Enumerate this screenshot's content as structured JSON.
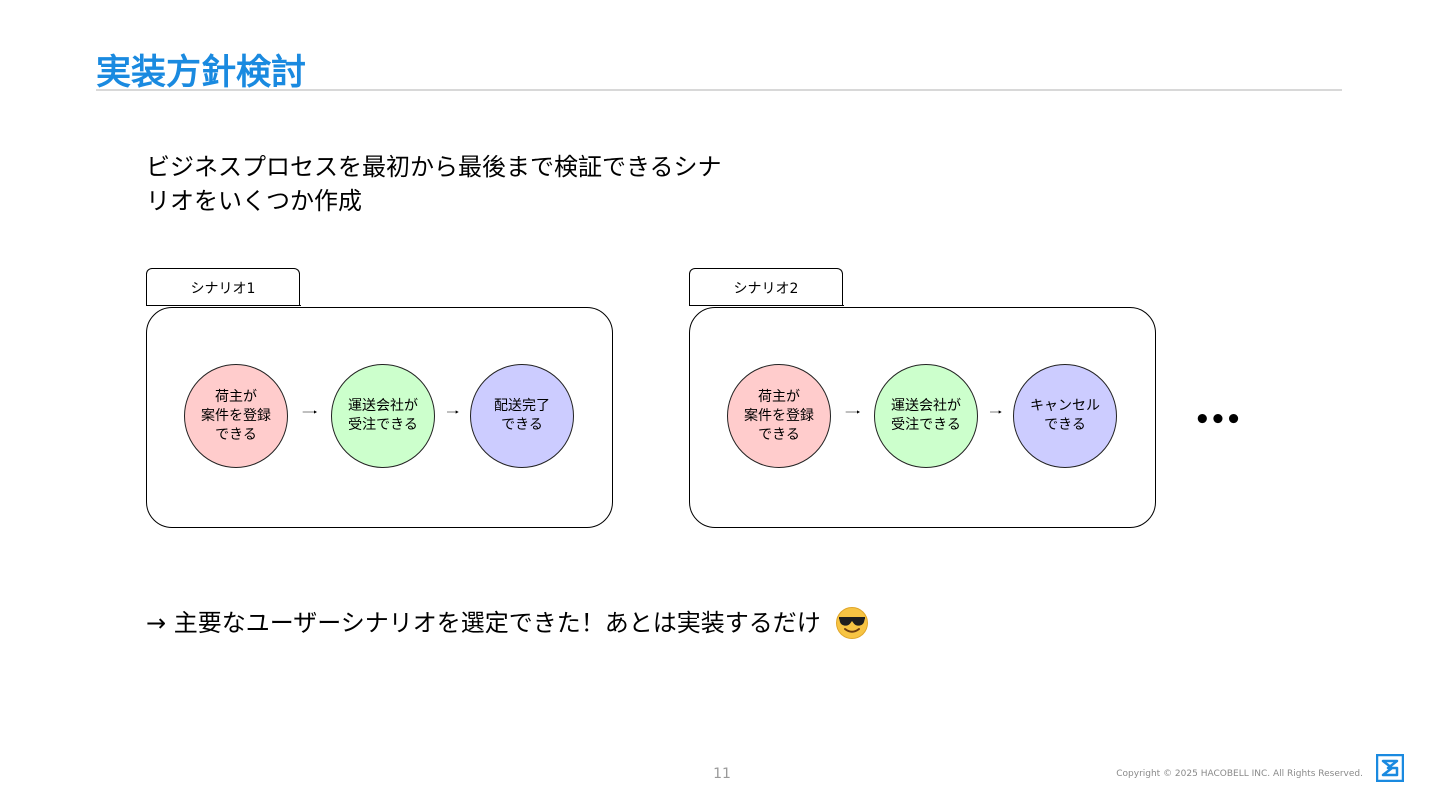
{
  "colors": {
    "accent": "#1a8ae0",
    "node_red": "#ffcccc",
    "node_green": "#ccffcc",
    "node_blue": "#ccccff"
  },
  "header": {
    "title": "実装方針検討"
  },
  "intro": {
    "line1": "ビジネスプロセスを最初から最後まで検証できるシナ",
    "line2": "リオをいくつか作成"
  },
  "scenarios": [
    {
      "label": "シナリオ1",
      "steps": [
        {
          "text": "荷主が\n案件を登録\nできる",
          "color": "red"
        },
        {
          "text": "運送会社が\n受注できる",
          "color": "green"
        },
        {
          "text": "配送完了\nできる",
          "color": "blue"
        }
      ]
    },
    {
      "label": "シナリオ2",
      "steps": [
        {
          "text": "荷主が\n案件を登録\nできる",
          "color": "red"
        },
        {
          "text": "運送会社が\n受注できる",
          "color": "green"
        },
        {
          "text": "キャンセル\nできる",
          "color": "blue"
        }
      ]
    }
  ],
  "ellipsis": "•••",
  "conclusion": {
    "text": "→ 主要なユーザーシナリオを選定できた！あとは実装するだけ",
    "emoji": "smiling-face-with-sunglasses-icon"
  },
  "footer": {
    "page_number": "11",
    "copyright": "Copyright © 2025 HACOBELL INC. All Rights Reserved.",
    "logo": "hacobell-logo-icon"
  }
}
